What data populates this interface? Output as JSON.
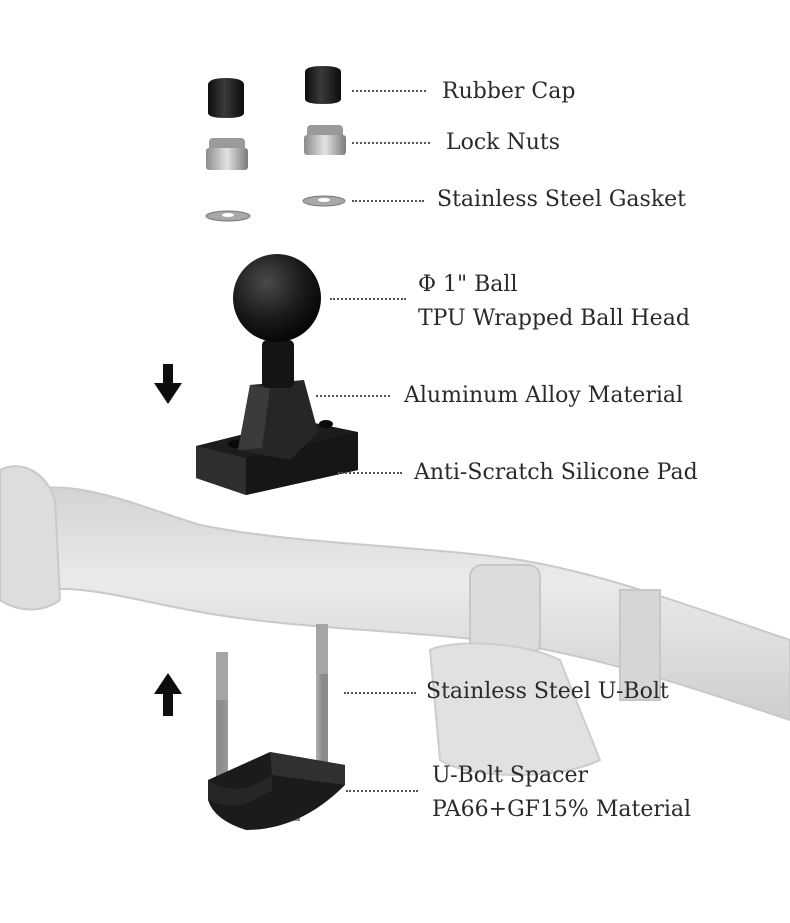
{
  "labels": {
    "rubber_cap": "Rubber Cap",
    "lock_nuts": "Lock Nuts",
    "gasket": "Stainless Steel Gasket",
    "ball_line1": "Φ 1\" Ball",
    "ball_line2": "TPU Wrapped Ball Head",
    "aluminum": "Aluminum Alloy Material",
    "silicone": "Anti-Scratch Silicone Pad",
    "ubolt": "Stainless Steel U-Bolt",
    "spacer_line1": "U-Bolt Spacer",
    "spacer_line2": "PA66+GF15% Material"
  },
  "icons": {
    "arrow_down": "arrow-down-icon",
    "arrow_up": "arrow-up-icon"
  },
  "colors": {
    "part_black": "#1b1b1b",
    "metal": "#b9b9b9",
    "handlebar": "#d6d6d6",
    "text": "#2a2a2a"
  }
}
